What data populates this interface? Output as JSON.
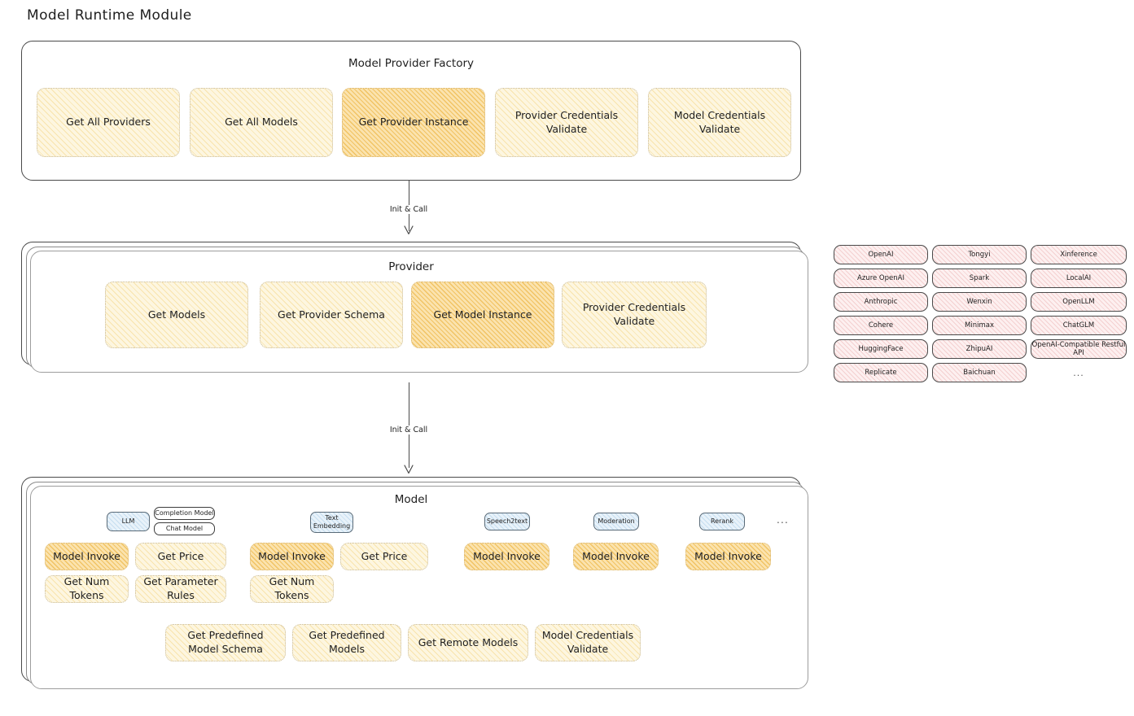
{
  "page": {
    "title": "Model Runtime Module",
    "accent_amber": "#fdf6e0",
    "accent_amber_hi": "#fbe3ae",
    "accent_pink": "#fdf0f0",
    "accent_blue": "#e8f2fa",
    "stroke": "#4a4a4a"
  },
  "factory": {
    "title": "Model Provider Factory",
    "nodes": [
      {
        "label": "Get All Providers",
        "highlighted": false
      },
      {
        "label": "Get All Models",
        "highlighted": false
      },
      {
        "label": "Get Provider Instance",
        "highlighted": true
      },
      {
        "label": "Provider Credentials Validate",
        "highlighted": false
      },
      {
        "label": "Model Credentials Validate",
        "highlighted": false
      }
    ]
  },
  "arrow_factory_to_provider": {
    "label": "Init & Call"
  },
  "provider": {
    "title": "Provider",
    "nodes": [
      {
        "label": "Get Models",
        "highlighted": false
      },
      {
        "label": "Get Provider Schema",
        "highlighted": false
      },
      {
        "label": "Get Model Instance",
        "highlighted": true
      },
      {
        "label": "Provider Credentials Validate",
        "highlighted": false
      }
    ]
  },
  "provider_list": {
    "columns": [
      [
        "OpenAI",
        "Azure OpenAI",
        "Anthropic",
        "Cohere",
        "HuggingFace",
        "Replicate"
      ],
      [
        "Tongyi",
        "Spark",
        "Wenxin",
        "Minimax",
        "ZhipuAI",
        "Baichuan"
      ],
      [
        "Xinference",
        "LocalAI",
        "OpenLLM",
        "ChatGLM",
        "OpenAI-Compatible Restful API",
        "..."
      ]
    ]
  },
  "arrow_provider_to_model": {
    "label": "Init & Call"
  },
  "model": {
    "title": "Model",
    "more_symbol": "...",
    "types": [
      {
        "badge": "LLM",
        "sub_badges": [
          "Completion Model",
          "Chat Model"
        ],
        "methods": [
          {
            "label": "Model Invoke",
            "highlighted": true
          },
          {
            "label": "Get Price",
            "highlighted": false
          },
          {
            "label": "Get Num Tokens",
            "highlighted": false
          },
          {
            "label": "Get Parameter Rules",
            "highlighted": false
          }
        ]
      },
      {
        "badge": "Text Embedding",
        "sub_badges": [],
        "methods": [
          {
            "label": "Model Invoke",
            "highlighted": true
          },
          {
            "label": "Get Price",
            "highlighted": false
          },
          {
            "label": "Get Num Tokens",
            "highlighted": false
          }
        ]
      },
      {
        "badge": "Speech2text",
        "sub_badges": [],
        "methods": [
          {
            "label": "Model Invoke",
            "highlighted": true
          }
        ]
      },
      {
        "badge": "Moderation",
        "sub_badges": [],
        "methods": [
          {
            "label": "Model Invoke",
            "highlighted": true
          }
        ]
      },
      {
        "badge": "Rerank",
        "sub_badges": [],
        "methods": [
          {
            "label": "Model Invoke",
            "highlighted": true
          }
        ]
      }
    ],
    "common_nodes": [
      {
        "label": "Get Predefined Model Schema"
      },
      {
        "label": "Get Predefined Models"
      },
      {
        "label": "Get Remote Models"
      },
      {
        "label": "Model Credentials Validate"
      }
    ]
  }
}
